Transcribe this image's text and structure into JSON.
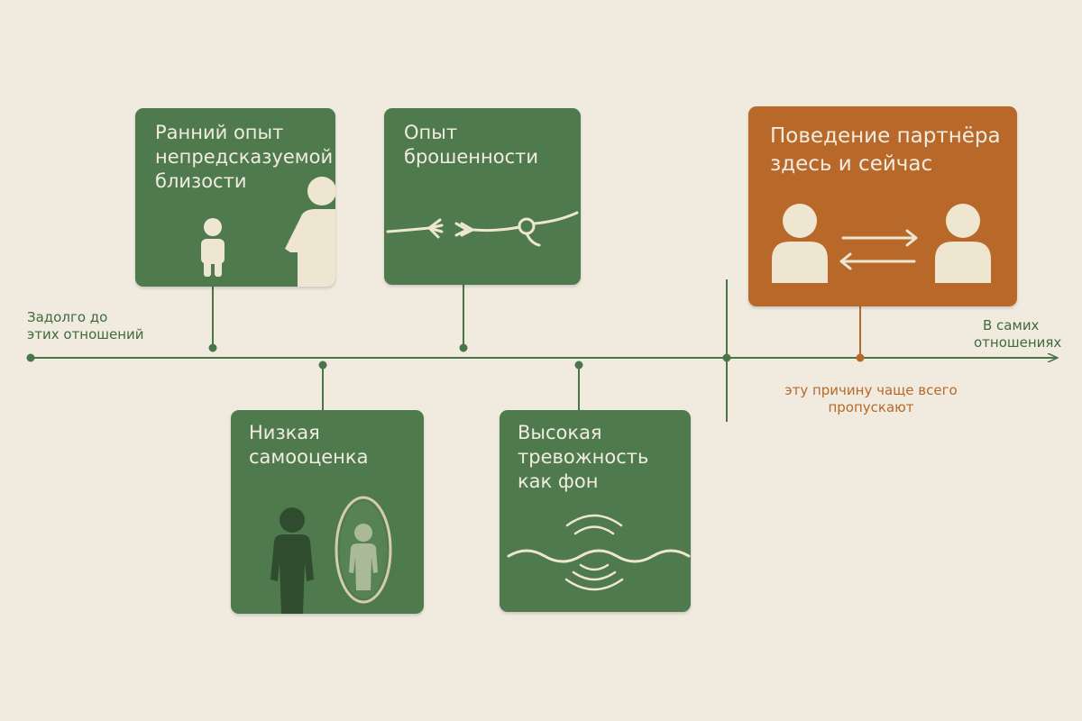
{
  "timeline": {
    "start_label": [
      "Задолго до",
      "этих отношений"
    ],
    "end_label": [
      "В самих",
      "отношениях"
    ],
    "note": [
      "эту причину чаще всего",
      "пропускают"
    ]
  },
  "cards": {
    "early": {
      "title": [
        "Ранний опыт",
        "непредсказуемой",
        "близости"
      ]
    },
    "abandon": {
      "title": [
        "Опыт",
        "брошенности"
      ]
    },
    "selfesteem": {
      "title": [
        "Низкая",
        "самооценка"
      ]
    },
    "anxiety": {
      "title": [
        "Высокая",
        "тревожность",
        "как фон"
      ]
    },
    "partner": {
      "title": [
        "Поведение партнёра",
        "здесь и сейчас"
      ]
    }
  },
  "colors": {
    "green": "#4f7a4d",
    "orange": "#b8692a",
    "background": "#f0eadf",
    "line": "#4a7548",
    "cream": "#efe6d2"
  },
  "icons": {
    "early": [
      "child-icon",
      "adult-icon"
    ],
    "abandon": [
      "frayed-rope-icon",
      "knotted-rope-icon"
    ],
    "selfesteem": [
      "person-icon",
      "mirror-icon"
    ],
    "anxiety": [
      "wave-icon",
      "signal-arcs-icon"
    ],
    "partner": [
      "person-icon",
      "exchange-arrows-icon",
      "person-icon"
    ]
  }
}
